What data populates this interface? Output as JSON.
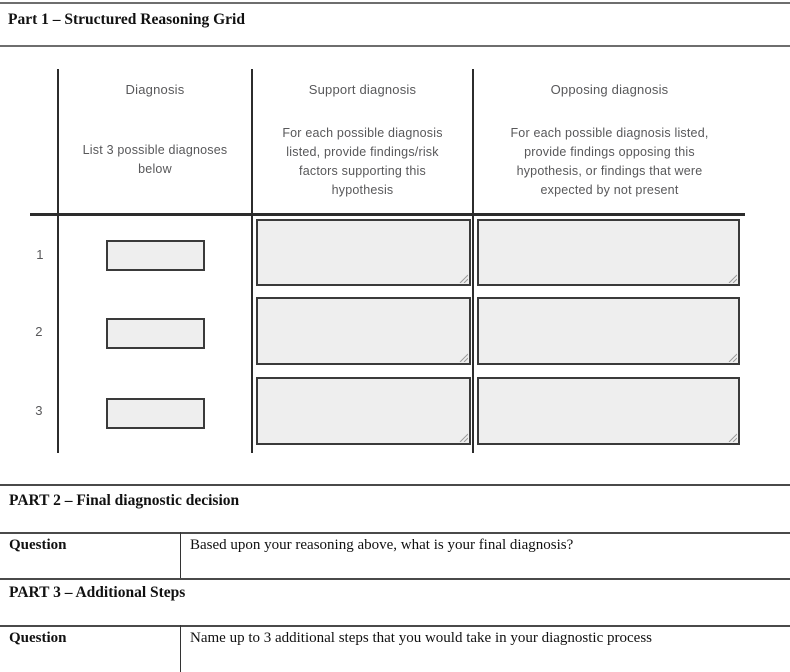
{
  "sections": {
    "part1_title": "Part 1 – Structured Reasoning Grid",
    "part2_title": "PART 2 – Final diagnostic decision",
    "part3_title": "PART 3 – Additional Steps"
  },
  "grid": {
    "columns": [
      {
        "label": "Diagnosis",
        "description": "List 3 possible diagnoses\nbelow"
      },
      {
        "label": "Support diagnosis",
        "description": "For each possible diagnosis\nlisted, provide findings/risk\nfactors supporting this\nhypothesis"
      },
      {
        "label": "Opposing diagnosis",
        "description": "For each possible diagnosis listed,\nprovide findings opposing this\nhypothesis, or findings that were\nexpected by not present"
      }
    ],
    "rows": [
      {
        "number": "1",
        "diagnosis_value": "",
        "support_value": "",
        "opposing_value": ""
      },
      {
        "number": "2",
        "diagnosis_value": "",
        "support_value": "",
        "opposing_value": ""
      },
      {
        "number": "3",
        "diagnosis_value": "",
        "support_value": "",
        "opposing_value": ""
      }
    ]
  },
  "part2": {
    "question_label": "Question",
    "question_text": "Based upon your reasoning above, what is your final diagnosis?"
  },
  "part3": {
    "question_label": "Question",
    "question_text": "Name up to 3 additional steps that you would take in your diagnostic process"
  },
  "colors": {
    "field_fill": "#eeeeee",
    "field_border": "#3a3a3a",
    "grid_text": "#58585a",
    "line_dark": "#2c2c2c",
    "line_gray": "#6e6e6e"
  }
}
